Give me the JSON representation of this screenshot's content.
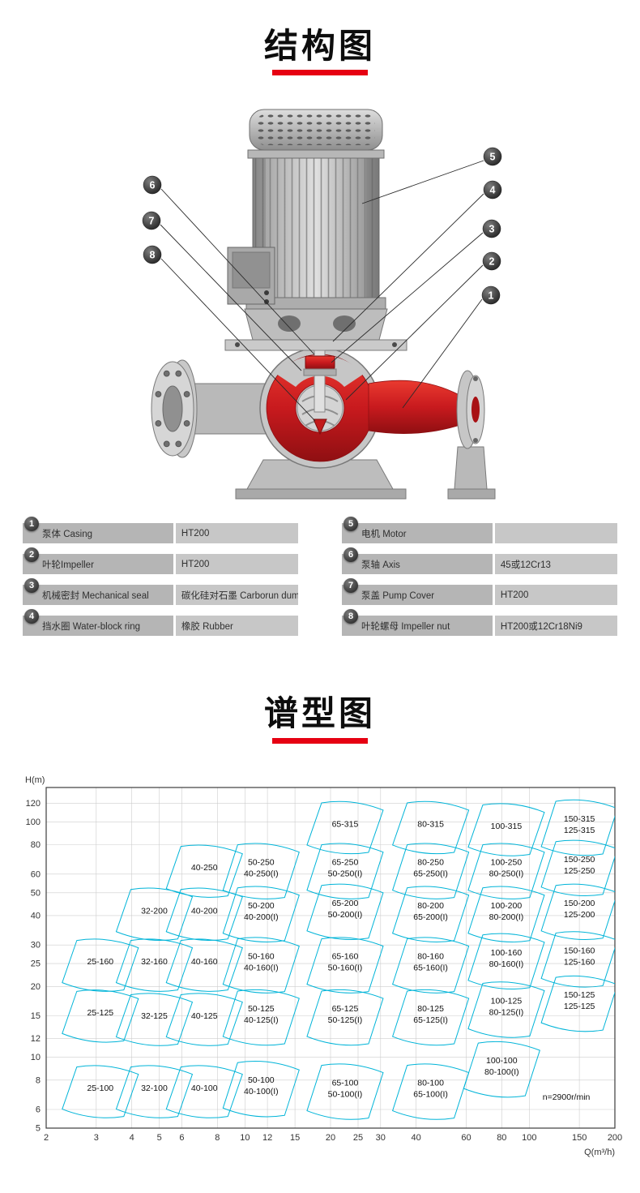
{
  "sections": {
    "structure_title": "结构图",
    "spectrum_title": "谱型图"
  },
  "accent_color": "#e60012",
  "diagram": {
    "callouts": [
      "1",
      "2",
      "3",
      "4",
      "5",
      "6",
      "7",
      "8"
    ]
  },
  "parts_table": {
    "left": [
      {
        "num": "1",
        "name": "泵体 Casing",
        "material": "HT200"
      },
      {
        "num": "2",
        "name": "叶轮Impeller",
        "material": "HT200"
      },
      {
        "num": "3",
        "name": "机械密封 Mechanical seal",
        "material": "碳化硅对石墨 Carborun dum"
      },
      {
        "num": "4",
        "name": "挡水圈 Water-block ring",
        "material": "橡胶 Rubber"
      }
    ],
    "right": [
      {
        "num": "5",
        "name": "电机 Motor",
        "material": ""
      },
      {
        "num": "6",
        "name": "泵轴 Axis",
        "material": "45或12Cr13"
      },
      {
        "num": "7",
        "name": "泵盖 Pump Cover",
        "material": "HT200"
      },
      {
        "num": "8",
        "name": "叶轮螺母 Impeller nut",
        "material": "HT200或12Cr18Ni9"
      }
    ]
  },
  "chart_data": {
    "type": "region-map",
    "title": "谱型图",
    "xlabel": "Q(m³/h)",
    "ylabel": "H(m)",
    "x_scale": "log",
    "y_scale": "log",
    "x_range": [
      2,
      200
    ],
    "y_range": [
      5,
      140
    ],
    "x_ticks": [
      2,
      3,
      4,
      5,
      6,
      8,
      10,
      12,
      15,
      20,
      25,
      30,
      40,
      60,
      80,
      100,
      150,
      200
    ],
    "y_ticks": [
      5,
      6,
      8,
      10,
      12,
      15,
      20,
      25,
      30,
      40,
      50,
      60,
      80,
      100,
      120
    ],
    "grid": true,
    "line_color": "#00b4d8",
    "annotation": "n=2900r/min",
    "annotation_q": 135,
    "annotation_h": 6.6,
    "regions": [
      {
        "lines": [
          "65-315"
        ],
        "q": 22.5,
        "h": 98
      },
      {
        "lines": [
          "80-315"
        ],
        "q": 45,
        "h": 98
      },
      {
        "lines": [
          "100-315"
        ],
        "q": 83,
        "h": 96
      },
      {
        "lines": [
          "150-315",
          "125-315"
        ],
        "q": 150,
        "h": 98
      },
      {
        "lines": [
          "40-250"
        ],
        "q": 7.2,
        "h": 64
      },
      {
        "lines": [
          "50-250",
          "40-250(I)"
        ],
        "q": 11.4,
        "h": 64
      },
      {
        "lines": [
          "65-250",
          "50-250(I)"
        ],
        "q": 22.5,
        "h": 64
      },
      {
        "lines": [
          "80-250",
          "65-250(I)"
        ],
        "q": 45,
        "h": 64
      },
      {
        "lines": [
          "100-250",
          "80-250(I)"
        ],
        "q": 83,
        "h": 64
      },
      {
        "lines": [
          "150-250",
          "125-250"
        ],
        "q": 150,
        "h": 66
      },
      {
        "lines": [
          "32-200"
        ],
        "q": 4.8,
        "h": 42
      },
      {
        "lines": [
          "40-200"
        ],
        "q": 7.2,
        "h": 42
      },
      {
        "lines": [
          "50-200",
          "40-200(I)"
        ],
        "q": 11.4,
        "h": 42
      },
      {
        "lines": [
          "65-200",
          "50-200(I)"
        ],
        "q": 22.5,
        "h": 43
      },
      {
        "lines": [
          "80-200",
          "65-200(I)"
        ],
        "q": 45,
        "h": 42
      },
      {
        "lines": [
          "100-200",
          "80-200(I)"
        ],
        "q": 83,
        "h": 42
      },
      {
        "lines": [
          "150-200",
          "125-200"
        ],
        "q": 150,
        "h": 43
      },
      {
        "lines": [
          "25-160"
        ],
        "q": 3.1,
        "h": 25.5
      },
      {
        "lines": [
          "32-160"
        ],
        "q": 4.8,
        "h": 25.5
      },
      {
        "lines": [
          "40-160"
        ],
        "q": 7.2,
        "h": 25.5
      },
      {
        "lines": [
          "50-160",
          "40-160(I)"
        ],
        "q": 11.4,
        "h": 25.5
      },
      {
        "lines": [
          "65-160",
          "50-160(I)"
        ],
        "q": 22.5,
        "h": 25.5
      },
      {
        "lines": [
          "80-160",
          "65-160(I)"
        ],
        "q": 45,
        "h": 25.5
      },
      {
        "lines": [
          "100-160",
          "80-160(I)"
        ],
        "q": 83,
        "h": 26.5
      },
      {
        "lines": [
          "150-160",
          "125-160"
        ],
        "q": 150,
        "h": 27
      },
      {
        "lines": [
          "25-125"
        ],
        "q": 3.1,
        "h": 15.5
      },
      {
        "lines": [
          "32-125"
        ],
        "q": 4.8,
        "h": 15
      },
      {
        "lines": [
          "40-125"
        ],
        "q": 7.2,
        "h": 15
      },
      {
        "lines": [
          "50-125",
          "40-125(I)"
        ],
        "q": 11.4,
        "h": 15.3
      },
      {
        "lines": [
          "65-125",
          "50-125(I)"
        ],
        "q": 22.5,
        "h": 15.3
      },
      {
        "lines": [
          "80-125",
          "65-125(I)"
        ],
        "q": 45,
        "h": 15.3
      },
      {
        "lines": [
          "100-125",
          "80-125(I)"
        ],
        "q": 83,
        "h": 16.5
      },
      {
        "lines": [
          "150-125",
          "125-125"
        ],
        "q": 150,
        "h": 17.5
      },
      {
        "lines": [
          "25-100"
        ],
        "q": 3.1,
        "h": 7.4
      },
      {
        "lines": [
          "32-100"
        ],
        "q": 4.8,
        "h": 7.4
      },
      {
        "lines": [
          "40-100"
        ],
        "q": 7.2,
        "h": 7.4
      },
      {
        "lines": [
          "50-100",
          "40-100(I)"
        ],
        "q": 11.4,
        "h": 7.6
      },
      {
        "lines": [
          "65-100",
          "50-100(I)"
        ],
        "q": 22.5,
        "h": 7.4
      },
      {
        "lines": [
          "80-100",
          "65-100(I)"
        ],
        "q": 45,
        "h": 7.4
      },
      {
        "lines": [
          "100-100",
          "80-100(I)"
        ],
        "q": 80,
        "h": 9.2
      }
    ]
  }
}
